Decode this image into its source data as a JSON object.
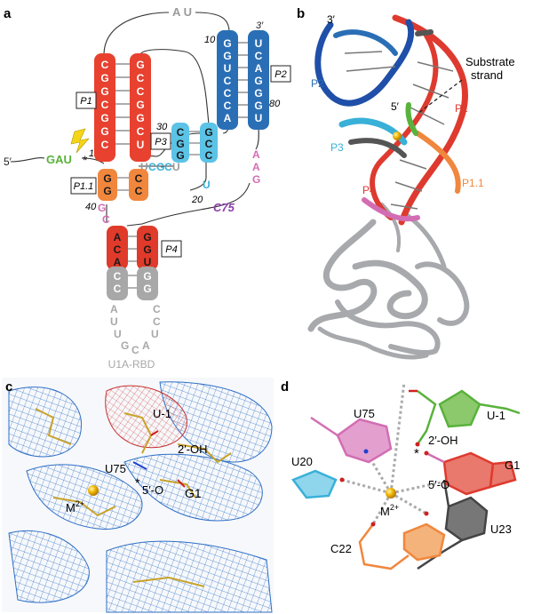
{
  "panels": {
    "a": {
      "letter": "a",
      "top_loop": "A U",
      "p1": {
        "box": "P1",
        "left": [
          "C",
          "G",
          "G",
          "C",
          "G",
          "G",
          "C"
        ],
        "right": [
          "G",
          "C",
          "C",
          "G",
          "G",
          "C",
          "U"
        ]
      },
      "p2": {
        "box": "P2",
        "left": [
          "G",
          "G",
          "U",
          "C",
          "C",
          "C",
          "A"
        ],
        "right": [
          "U",
          "C",
          "A",
          "G",
          "G",
          "G",
          "U"
        ]
      },
      "p3": {
        "box": "P3",
        "left": [
          "C",
          "G",
          "G"
        ],
        "right": [
          "G",
          "C",
          "C"
        ]
      },
      "p11": {
        "box": "P1.1",
        "left": [
          "G",
          "G"
        ],
        "right": [
          "C",
          "C"
        ]
      },
      "p4": {
        "box": "P4",
        "left": [
          "A",
          "C",
          "A",
          "C",
          "C"
        ],
        "right": [
          "G",
          "G",
          "U",
          "G",
          "G"
        ]
      },
      "loop_ucgcu": [
        "U",
        "C",
        "G",
        "C",
        "U"
      ],
      "u_single": "U",
      "aag": [
        "A",
        "A",
        "G"
      ],
      "gca": [
        "G",
        "C",
        "A"
      ],
      "bottom_loop": [
        "A",
        "U",
        "U",
        "G",
        "C",
        "A",
        "U",
        "C",
        "C"
      ],
      "c75": "C75",
      "gau": "GAU",
      "five_prime": "5′",
      "three_prime": "3′",
      "star": "*",
      "n1": "1",
      "n10": "10",
      "n20": "20",
      "n30": "30",
      "n40": "40",
      "n80": "80",
      "rbd": "U1A-RBD"
    },
    "b": {
      "letter": "b",
      "three_prime": "3′",
      "five_prime": "5′",
      "substrate": "Substrate",
      "strand": "strand",
      "labels": {
        "p2": "P2",
        "p1": "P1",
        "p3": "P3",
        "p11": "P1.1",
        "p4": "P4"
      }
    },
    "c": {
      "letter": "c",
      "u_minus1": "U-1",
      "oh": "2′-OH",
      "u75": "U75",
      "star": "*",
      "o5": "5′-O",
      "g1": "G1",
      "metal": "M",
      "metal_sup": "2+"
    },
    "d": {
      "letter": "d",
      "u_minus1": "U-1",
      "u75": "U75",
      "oh": "2′-OH",
      "star": "*",
      "g1": "G1",
      "u20": "U20",
      "o5": "5′-O",
      "metal": "M",
      "metal_sup": "2+",
      "c22": "C22",
      "u23": "U23"
    }
  },
  "colors": {
    "p1": "#e8412f",
    "p2": "#2a6fb5",
    "p3": "#5bc3e6",
    "p11": "#f0873d",
    "p4_top": "#e03a2a",
    "p4_bot": "#a8a8a8",
    "substrate": "#59b23c",
    "magenta": "#d36db3",
    "purple": "#8a3ea8",
    "grey": "#9a9a9a",
    "cyan": "#39b0d8",
    "metal": "#f2b705",
    "mesh": "#2f6fc7"
  }
}
